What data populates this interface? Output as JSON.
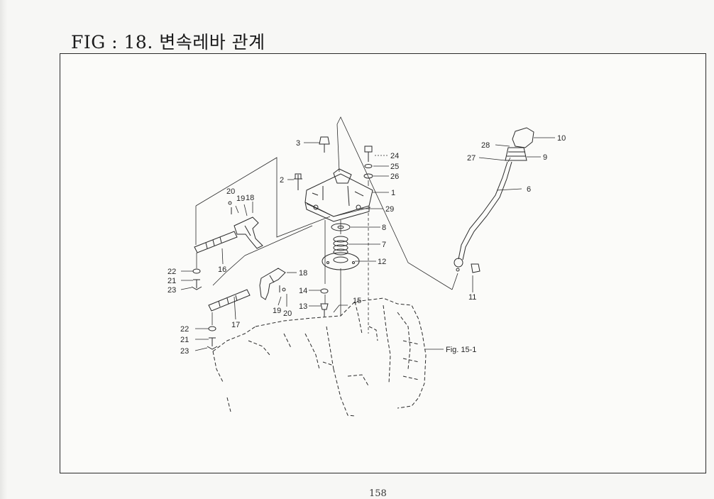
{
  "title": "FIG : 18. 변속레바 관계",
  "page_number": "158",
  "callouts": [
    {
      "id": "c1",
      "label": "1"
    },
    {
      "id": "c2",
      "label": "2"
    },
    {
      "id": "c3",
      "label": "3"
    },
    {
      "id": "c6",
      "label": "6"
    },
    {
      "id": "c7",
      "label": "7"
    },
    {
      "id": "c8",
      "label": "8"
    },
    {
      "id": "c9",
      "label": "9"
    },
    {
      "id": "c10",
      "label": "10"
    },
    {
      "id": "c11",
      "label": "11"
    },
    {
      "id": "c12",
      "label": "12"
    },
    {
      "id": "c13",
      "label": "13"
    },
    {
      "id": "c14",
      "label": "14"
    },
    {
      "id": "c15",
      "label": "15"
    },
    {
      "id": "c16",
      "label": "16"
    },
    {
      "id": "c17",
      "label": "17"
    },
    {
      "id": "c18a",
      "label": "18"
    },
    {
      "id": "c18b",
      "label": "18"
    },
    {
      "id": "c19a",
      "label": "19"
    },
    {
      "id": "c19b",
      "label": "19"
    },
    {
      "id": "c20a",
      "label": "20"
    },
    {
      "id": "c20b",
      "label": "20"
    },
    {
      "id": "c21a",
      "label": "21"
    },
    {
      "id": "c21b",
      "label": "21"
    },
    {
      "id": "c22a",
      "label": "22"
    },
    {
      "id": "c22b",
      "label": "22"
    },
    {
      "id": "c23a",
      "label": "23"
    },
    {
      "id": "c23b",
      "label": "23"
    },
    {
      "id": "c24",
      "label": "24"
    },
    {
      "id": "c25",
      "label": "25"
    },
    {
      "id": "c26",
      "label": "26"
    },
    {
      "id": "c27",
      "label": "27"
    },
    {
      "id": "c28",
      "label": "28"
    },
    {
      "id": "c29",
      "label": "29"
    }
  ],
  "reference": "Fig. 15-1"
}
